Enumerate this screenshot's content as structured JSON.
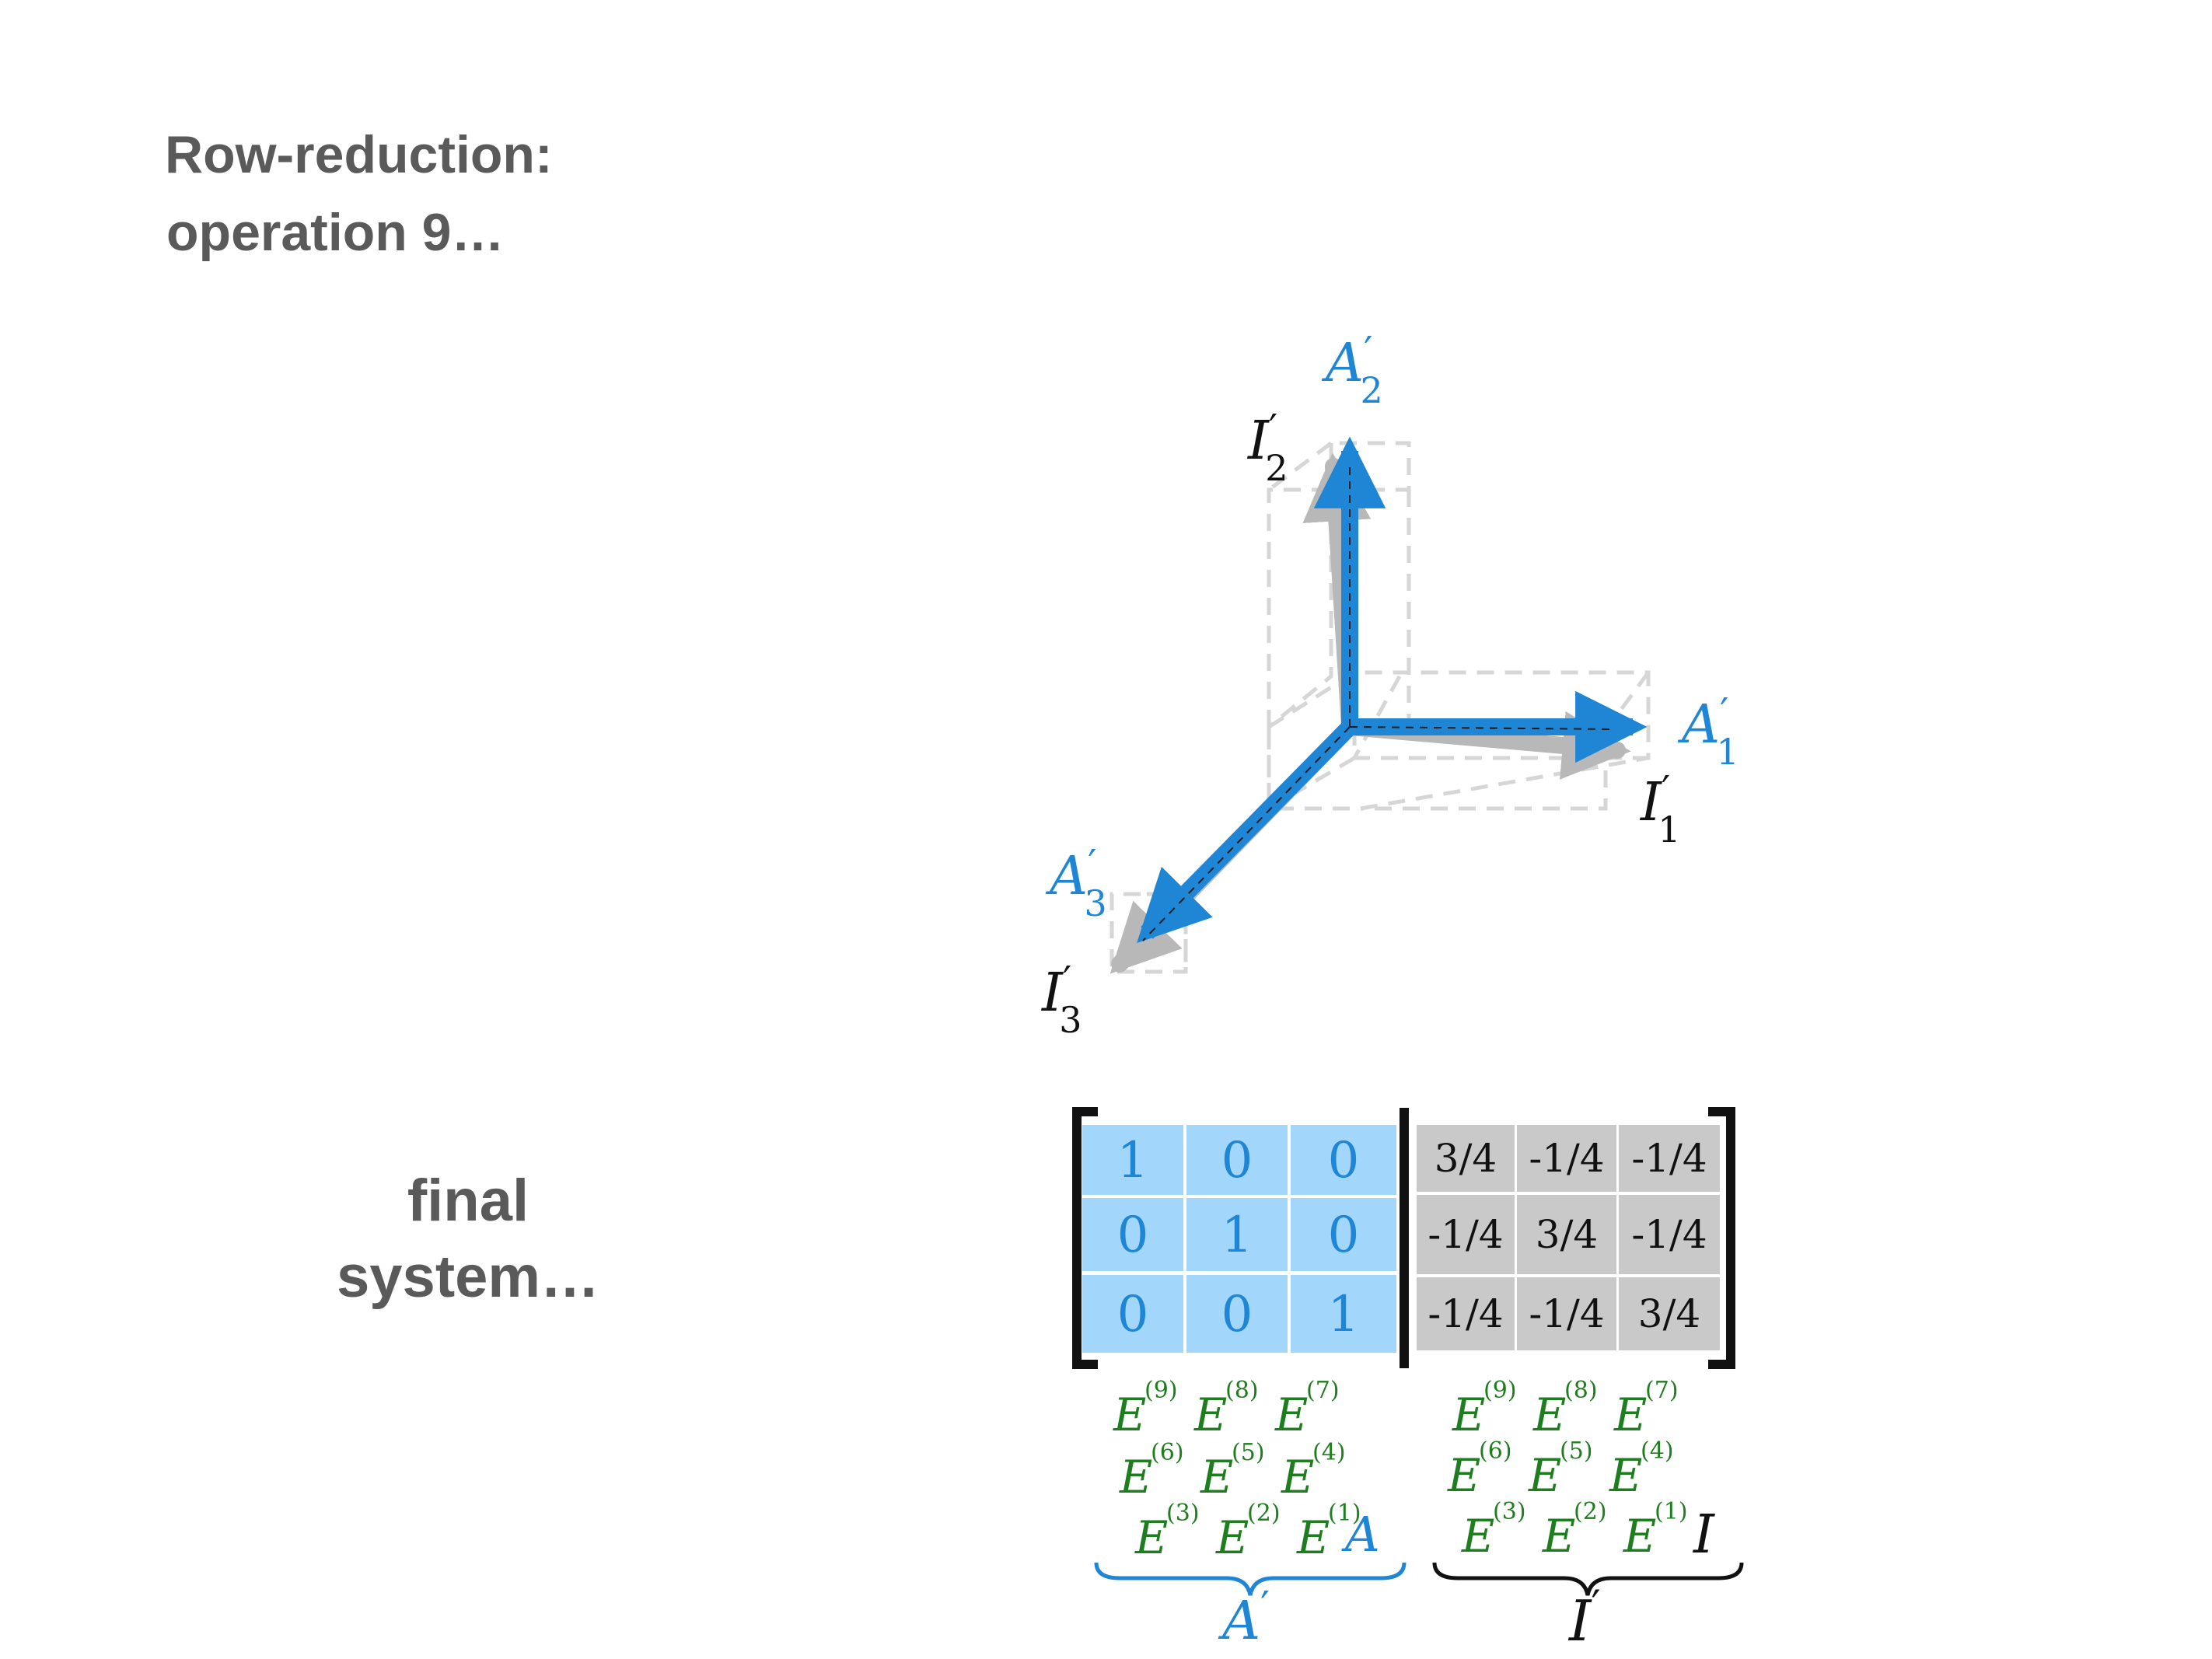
{
  "title": {
    "line1": "Row-reduction:",
    "line2": "operation 9…"
  },
  "caption": {
    "line1": "final",
    "line2": "system…"
  },
  "colors": {
    "blue": "#1f86d6",
    "blue_cell": "#a3d6fb",
    "gray_cell": "#c9c9c9",
    "green": "#1e7d1e",
    "heading": "#5a5a5a"
  },
  "diagram": {
    "labels": {
      "A1": "A",
      "A1_sub": "1",
      "A2": "A",
      "A2_sub": "2",
      "A3": "A",
      "A3_sub": "3",
      "I1": "I",
      "I1_sub": "1",
      "I2": "I",
      "I2_sub": "2",
      "I3": "I",
      "I3_sub": "3",
      "prime": "′"
    }
  },
  "matrix": {
    "left": [
      [
        "1",
        "0",
        "0"
      ],
      [
        "0",
        "1",
        "0"
      ],
      [
        "0",
        "0",
        "1"
      ]
    ],
    "right": [
      [
        "3/4",
        "-1/4",
        "-1/4"
      ],
      [
        "-1/4",
        "3/4",
        "-1/4"
      ],
      [
        "-1/4",
        "-1/4",
        "3/4"
      ]
    ]
  },
  "products": {
    "E": "E",
    "left_rows": [
      [
        "9",
        "8",
        "7"
      ],
      [
        "6",
        "5",
        "4"
      ],
      [
        "3",
        "2",
        "1"
      ]
    ],
    "right_rows": [
      [
        "9",
        "8",
        "7"
      ],
      [
        "6",
        "5",
        "4"
      ],
      [
        "3",
        "2",
        "1"
      ]
    ],
    "left_tail": "A",
    "right_tail": "I",
    "left_brace_label": "A",
    "right_brace_label": "I",
    "prime": "′"
  }
}
